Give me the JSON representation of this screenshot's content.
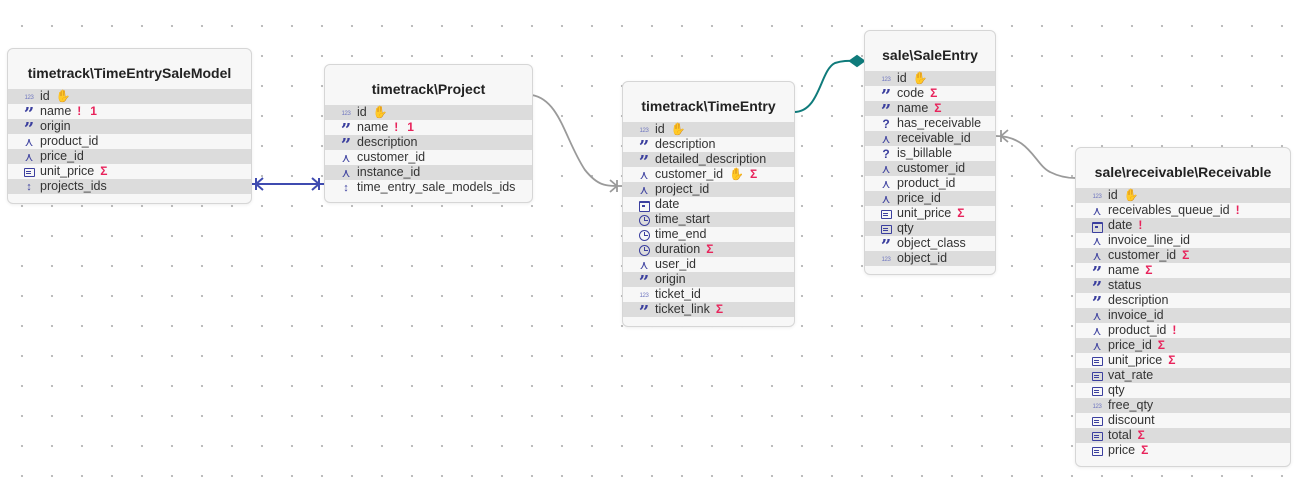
{
  "flag_glyphs": {
    "key": "✋",
    "required": "!",
    "unique": "1",
    "sigma": "Σ"
  },
  "entities": [
    {
      "id": "te_sale_model",
      "title": "timetrack\\TimeEntrySaleModel",
      "fields": [
        {
          "name": "id",
          "icon": "number",
          "flags": [
            "key"
          ]
        },
        {
          "name": "name",
          "icon": "string",
          "flags": [
            "required",
            "unique"
          ]
        },
        {
          "name": "origin",
          "icon": "string",
          "flags": []
        },
        {
          "name": "product_id",
          "icon": "relation",
          "flags": []
        },
        {
          "name": "price_id",
          "icon": "relation",
          "flags": []
        },
        {
          "name": "unit_price",
          "icon": "calc",
          "flags": [
            "sigma"
          ]
        },
        {
          "name": "projects_ids",
          "icon": "list",
          "flags": []
        }
      ]
    },
    {
      "id": "project",
      "title": "timetrack\\Project",
      "fields": [
        {
          "name": "id",
          "icon": "number",
          "flags": [
            "key"
          ]
        },
        {
          "name": "name",
          "icon": "string",
          "flags": [
            "required",
            "unique"
          ]
        },
        {
          "name": "description",
          "icon": "string",
          "flags": []
        },
        {
          "name": "customer_id",
          "icon": "relation",
          "flags": []
        },
        {
          "name": "instance_id",
          "icon": "relation",
          "flags": []
        },
        {
          "name": "time_entry_sale_models_ids",
          "icon": "list",
          "flags": []
        }
      ]
    },
    {
      "id": "time_entry",
      "title": "timetrack\\TimeEntry",
      "fields": [
        {
          "name": "id",
          "icon": "number",
          "flags": [
            "key"
          ]
        },
        {
          "name": "description",
          "icon": "string",
          "flags": []
        },
        {
          "name": "detailed_description",
          "icon": "string",
          "flags": []
        },
        {
          "name": "customer_id",
          "icon": "relation",
          "flags": [
            "key",
            "sigma"
          ]
        },
        {
          "name": "project_id",
          "icon": "relation",
          "flags": []
        },
        {
          "name": "date",
          "icon": "date",
          "flags": []
        },
        {
          "name": "time_start",
          "icon": "time",
          "flags": []
        },
        {
          "name": "time_end",
          "icon": "time",
          "flags": []
        },
        {
          "name": "duration",
          "icon": "time",
          "flags": [
            "sigma"
          ]
        },
        {
          "name": "user_id",
          "icon": "relation",
          "flags": []
        },
        {
          "name": "origin",
          "icon": "string",
          "flags": []
        },
        {
          "name": "ticket_id",
          "icon": "number",
          "flags": []
        },
        {
          "name": "ticket_link",
          "icon": "string",
          "flags": [
            "sigma"
          ]
        }
      ]
    },
    {
      "id": "sale_entry",
      "title": "sale\\SaleEntry",
      "fields": [
        {
          "name": "id",
          "icon": "number",
          "flags": [
            "key"
          ]
        },
        {
          "name": "code",
          "icon": "string",
          "flags": [
            "sigma"
          ]
        },
        {
          "name": "name",
          "icon": "string",
          "flags": [
            "sigma"
          ]
        },
        {
          "name": "has_receivable",
          "icon": "boolean",
          "flags": []
        },
        {
          "name": "receivable_id",
          "icon": "relation",
          "flags": []
        },
        {
          "name": "is_billable",
          "icon": "boolean",
          "flags": []
        },
        {
          "name": "customer_id",
          "icon": "relation",
          "flags": []
        },
        {
          "name": "product_id",
          "icon": "relation",
          "flags": []
        },
        {
          "name": "price_id",
          "icon": "relation",
          "flags": []
        },
        {
          "name": "unit_price",
          "icon": "calc",
          "flags": [
            "sigma"
          ]
        },
        {
          "name": "qty",
          "icon": "calc",
          "flags": []
        },
        {
          "name": "object_class",
          "icon": "string",
          "flags": []
        },
        {
          "name": "object_id",
          "icon": "number",
          "flags": []
        }
      ]
    },
    {
      "id": "receivable",
      "title": "sale\\receivable\\Receivable",
      "fields": [
        {
          "name": "id",
          "icon": "number",
          "flags": [
            "key"
          ]
        },
        {
          "name": "receivables_queue_id",
          "icon": "relation",
          "flags": [
            "required"
          ]
        },
        {
          "name": "date",
          "icon": "date",
          "flags": [
            "required"
          ]
        },
        {
          "name": "invoice_line_id",
          "icon": "relation",
          "flags": []
        },
        {
          "name": "customer_id",
          "icon": "relation",
          "flags": [
            "sigma"
          ]
        },
        {
          "name": "name",
          "icon": "string",
          "flags": [
            "sigma"
          ]
        },
        {
          "name": "status",
          "icon": "string",
          "flags": []
        },
        {
          "name": "description",
          "icon": "string",
          "flags": []
        },
        {
          "name": "invoice_id",
          "icon": "relation",
          "flags": []
        },
        {
          "name": "product_id",
          "icon": "relation",
          "flags": [
            "required"
          ]
        },
        {
          "name": "price_id",
          "icon": "relation",
          "flags": [
            "sigma"
          ]
        },
        {
          "name": "unit_price",
          "icon": "calc",
          "flags": [
            "sigma"
          ]
        },
        {
          "name": "vat_rate",
          "icon": "calc",
          "flags": []
        },
        {
          "name": "qty",
          "icon": "calc",
          "flags": []
        },
        {
          "name": "free_qty",
          "icon": "number",
          "flags": []
        },
        {
          "name": "discount",
          "icon": "calc",
          "flags": []
        },
        {
          "name": "total",
          "icon": "calc",
          "flags": [
            "sigma"
          ]
        },
        {
          "name": "price",
          "icon": "calc",
          "flags": [
            "sigma"
          ]
        }
      ]
    }
  ],
  "links": [
    {
      "from": "te_sale_model.projects_ids",
      "to": "project.time_entry_sale_models_ids",
      "type": "many-to-many",
      "color": "#3f4bb0"
    },
    {
      "from": "project",
      "to": "time_entry.project_id",
      "type": "one-to-many",
      "color": "#999999"
    },
    {
      "from": "time_entry",
      "to": "sale_entry",
      "type": "composition",
      "color": "#0f7b7b"
    },
    {
      "from": "sale_entry.receivable_id",
      "to": "receivable",
      "type": "one-to-many",
      "color": "#999999"
    }
  ]
}
